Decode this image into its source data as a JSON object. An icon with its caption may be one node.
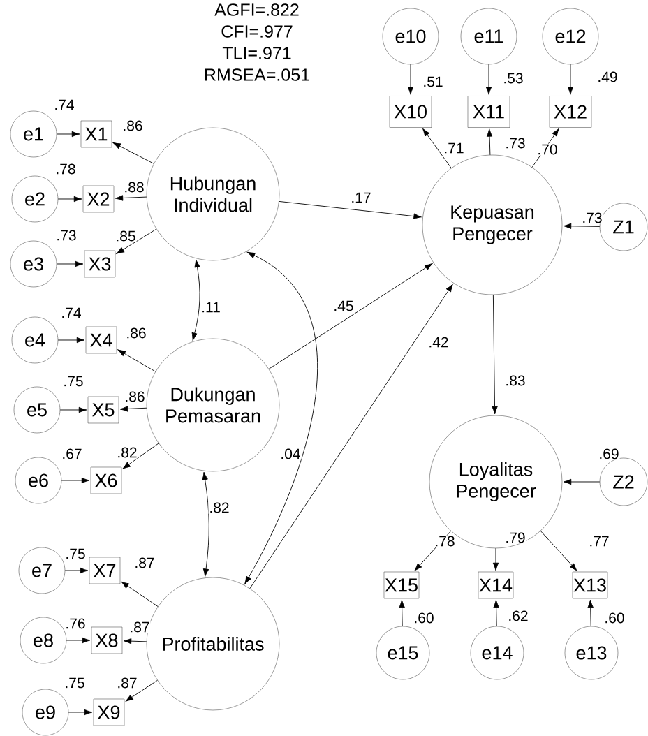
{
  "diagram": {
    "nodes": [
      {
        "text": [
          "Hubungan Individual"
        ]
      },
      {
        "text": [
          "Dukungan Pemasaran"
        ]
      },
      {
        "text": [
          "Profitabilitas"
        ]
      },
      {
        "text": [
          "Kepuasan Pengecer"
        ]
      },
      {
        "text": [
          "Loyalitas Pengecer"
        ]
      },
      {
        "text": [
          "e1"
        ]
      },
      {
        "text": [
          "e2"
        ]
      },
      {
        "text": [
          "e3"
        ]
      },
      {
        "text": [
          "e4"
        ]
      },
      {
        "text": [
          "e5"
        ]
      },
      {
        "text": [
          "e6"
        ]
      },
      {
        "text": [
          "e7"
        ]
      },
      {
        "text": [
          "e8"
        ]
      },
      {
        "text": [
          "e9"
        ]
      },
      {
        "text": [
          "X1"
        ]
      },
      {
        "text": [
          "X2"
        ]
      },
      {
        "text": [
          "X3"
        ]
      },
      {
        "text": [
          "X4"
        ]
      },
      {
        "text": [
          "X5"
        ]
      },
      {
        "text": [
          "X6"
        ]
      },
      {
        "text": [
          "X7"
        ]
      },
      {
        "text": [
          "X8"
        ]
      },
      {
        "text": [
          "X9"
        ]
      },
      {
        "text": [
          "e10"
        ]
      },
      {
        "text": [
          "e11"
        ]
      },
      {
        "text": [
          "e12"
        ]
      },
      {
        "text": [
          "X10"
        ],
        "beside": [
          ".51"
        ]
      },
      {
        "text": [
          "X11"
        ],
        "beside": [
          ".53"
        ]
      },
      {
        "text": [
          "X12"
        ],
        "beside": [
          ".49"
        ]
      },
      {
        "text": [
          "Z1"
        ]
      },
      {
        "text": [
          "Z2"
        ]
      },
      {
        "text": [
          "X13"
        ]
      },
      {
        "text": [
          "X14"
        ]
      },
      {
        "text": [
          "X15"
        ]
      },
      {
        "text": [
          "e13"
        ]
      },
      {
        "text": [
          "e14"
        ]
      },
      {
        "text": [
          "e15"
        ]
      }
    ],
    "edges": [
      {
        "from": 0,
        "to": 14,
        "arrow": "to",
        "label": ".86"
      },
      {
        "from": 0,
        "to": 15,
        "arrow": "to",
        "label": ".88"
      },
      {
        "from": 0,
        "to": 16,
        "arrow": "to",
        "label": ".85"
      },
      {
        "from": 1,
        "to": 17,
        "arrow": "to",
        "label": ".86"
      },
      {
        "from": 1,
        "to": 18,
        "arrow": "to",
        "label": ".86"
      },
      {
        "from": 1,
        "to": 19,
        "arrow": "to",
        "label": ".82"
      },
      {
        "from": 2,
        "to": 20,
        "arrow": "to",
        "label": ".87"
      },
      {
        "from": 2,
        "to": 21,
        "arrow": "to",
        "label": ".87"
      },
      {
        "from": 2,
        "to": 22,
        "arrow": "to",
        "label": ".87"
      },
      {
        "from": 5,
        "to": 14,
        "arrow": "to"
      },
      {
        "from": 6,
        "to": 15,
        "arrow": "to"
      },
      {
        "from": 7,
        "to": 16,
        "arrow": "to"
      },
      {
        "from": 8,
        "to": 17,
        "arrow": "to"
      },
      {
        "from": 9,
        "to": 18,
        "arrow": "to"
      },
      {
        "from": 10,
        "to": 19,
        "arrow": "to"
      },
      {
        "from": 11,
        "to": 20,
        "arrow": "to"
      },
      {
        "from": 12,
        "to": 21,
        "arrow": "to"
      },
      {
        "from": 13,
        "to": 22,
        "arrow": "to"
      },
      {
        "from": 3,
        "to": 26,
        "arrow": "to",
        "label": ".71"
      },
      {
        "from": 3,
        "to": 27,
        "arrow": "to",
        "label": ".73"
      },
      {
        "from": 3,
        "to": 28,
        "arrow": "to",
        "label": ".70"
      },
      {
        "from": 23,
        "to": 26,
        "arrow": "to"
      },
      {
        "from": 24,
        "to": 27,
        "arrow": "to"
      },
      {
        "from": 25,
        "to": 28,
        "arrow": "to"
      },
      {
        "from": 29,
        "to": 3,
        "arrow": "to",
        "label": ".73"
      },
      {
        "from": 30,
        "to": 4,
        "arrow": "to",
        "label": ".69"
      },
      {
        "from": 4,
        "to": 33,
        "arrow": "to",
        "label": ".78"
      },
      {
        "from": 4,
        "to": 32,
        "arrow": "to",
        "label": ".79"
      },
      {
        "from": 4,
        "to": 31,
        "arrow": "to",
        "label": ".77"
      },
      {
        "from": 36,
        "to": 33,
        "arrow": "to"
      },
      {
        "from": 35,
        "to": 32,
        "arrow": "to"
      },
      {
        "from": 34,
        "to": 31,
        "arrow": "to"
      },
      {
        "from": 0,
        "to": 3,
        "arrow": "to",
        "label": ".17"
      },
      {
        "from": 1,
        "to": 3,
        "arrow": "to",
        "label": ".45"
      },
      {
        "from": 2,
        "to": 3,
        "arrow": "to",
        "label": ".42"
      },
      {
        "from": 3,
        "to": 4,
        "arrow": "to",
        "label": ".83"
      },
      {
        "from": 0,
        "to": 1,
        "arrow": "both",
        "label": ".11"
      },
      {
        "from": 1,
        "to": 2,
        "arrow": "both",
        "label": ".82"
      },
      {
        "from": 0,
        "to": 2,
        "arrow": "both",
        "label": ".04"
      }
    ],
    "labels": [
      "AGFI=.822",
      "CFI=.977",
      "TLI=.971",
      "RMSEA=.051",
      ".74",
      ".78",
      ".73",
      ".74",
      ".75",
      ".67",
      ".75",
      ".76",
      ".75",
      ".60",
      ".62",
      ".60"
    ]
  }
}
